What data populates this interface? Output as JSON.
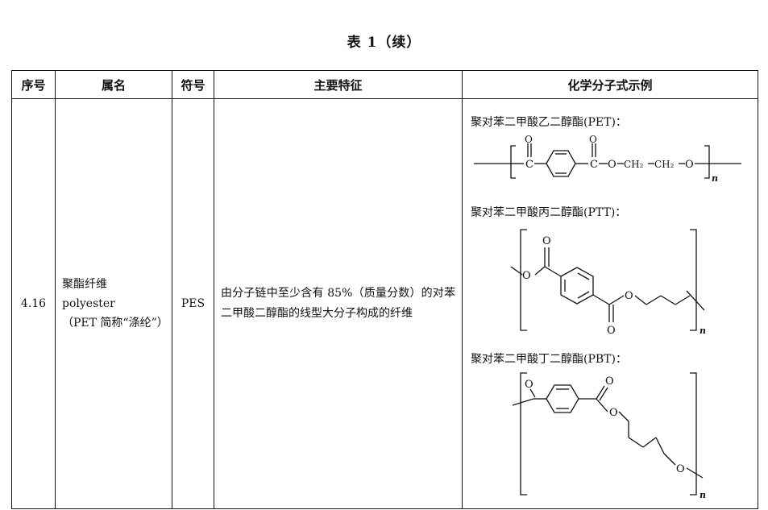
{
  "caption": "表 1（续）",
  "headers": {
    "no": "序号",
    "name": "属名",
    "symbol": "符号",
    "features": "主要特征",
    "formula": "化学分子式示例"
  },
  "row": {
    "no": "4.16",
    "name_zh": "聚酯纤维",
    "name_en": "polyester",
    "name_note": "（PET 简称“涤纶”）",
    "symbol": "PES",
    "features": "由分子链中至少含有 85%（质量分数）的对苯二甲酸二醇酯的线型大分子构成的纤维"
  },
  "formulas": {
    "pet_label": "聚对苯二甲酸乙二醇酯(PET)：",
    "ptt_label": "聚对苯二甲酸丙二醇酯(PTT)：",
    "pbt_label": "聚对苯二甲酸丁二醇酯(PBT)：",
    "atom_o": "O",
    "atom_c": "C",
    "ch2": "CH₂",
    "subscript_n": "n"
  }
}
